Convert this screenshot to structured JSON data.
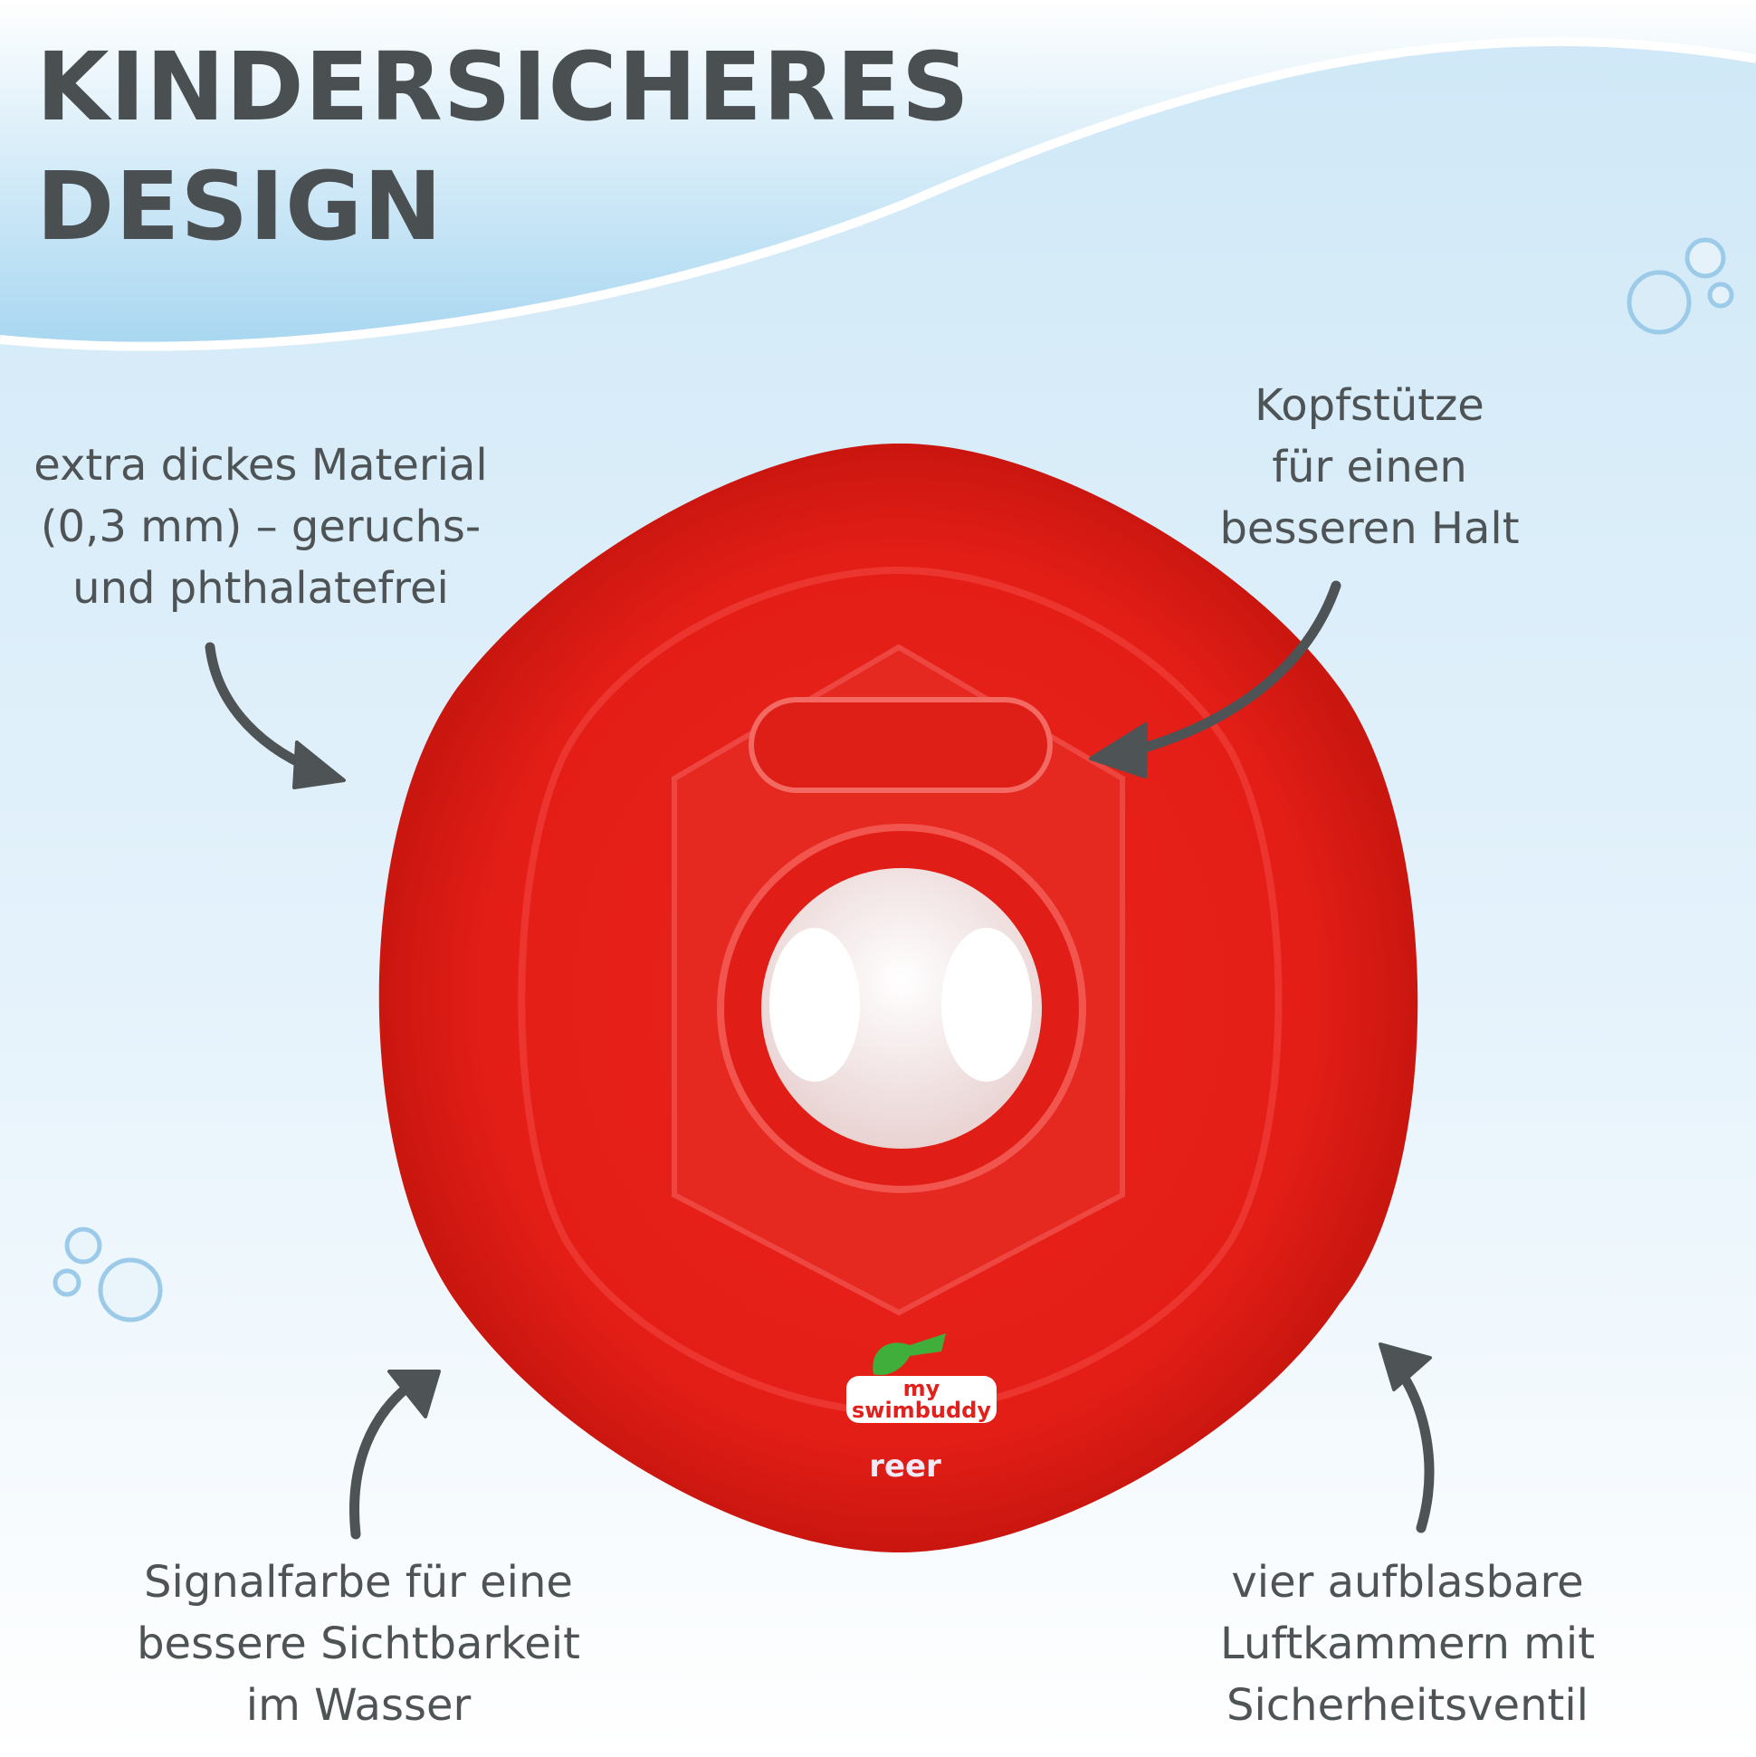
{
  "title": {
    "line1": "KINDERSICHERES",
    "line2": "DESIGN"
  },
  "notes": {
    "material": [
      "extra dickes Material",
      "(0,3 mm) – geruchs-",
      "und phthalatefrei"
    ],
    "headrest": [
      "Kopfstütze",
      "für einen",
      "besseren Halt"
    ],
    "color": [
      "Signalfarbe für eine",
      "bessere Sichtbarkeit",
      "im Wasser"
    ],
    "chambers": [
      "vier aufblasbare",
      "Luftkammern mit",
      "Sicherheitsventil"
    ]
  },
  "product": {
    "logo_line1": "my",
    "logo_line2": "swimbuddy",
    "brand": "reer"
  },
  "colors": {
    "ring": "#e2211c",
    "text": "#4a4f52",
    "arrow": "#4e5356"
  }
}
